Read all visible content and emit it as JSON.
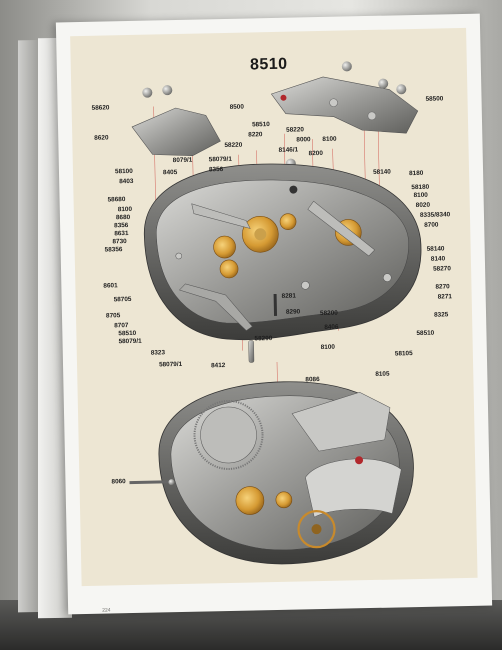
{
  "plate": {
    "title": "8510",
    "footer": "224"
  },
  "callouts": [
    {
      "id": "c01",
      "text": "58620"
    },
    {
      "id": "c02",
      "text": "8620"
    },
    {
      "id": "c03",
      "text": "8500"
    },
    {
      "id": "c04",
      "text": "58500"
    },
    {
      "id": "c05",
      "text": "58510"
    },
    {
      "id": "c06",
      "text": "8220"
    },
    {
      "id": "c07",
      "text": "58220"
    },
    {
      "id": "c08",
      "text": "8000"
    },
    {
      "id": "c09",
      "text": "8146/1"
    },
    {
      "id": "c10",
      "text": "8100"
    },
    {
      "id": "c11",
      "text": "8200"
    },
    {
      "id": "c12",
      "text": "58220"
    },
    {
      "id": "c13",
      "text": "8079/1"
    },
    {
      "id": "c14",
      "text": "58079/1"
    },
    {
      "id": "c15",
      "text": "58100"
    },
    {
      "id": "c16",
      "text": "8405"
    },
    {
      "id": "c17",
      "text": "8356"
    },
    {
      "id": "c18",
      "text": "8403"
    },
    {
      "id": "c19",
      "text": "58140"
    },
    {
      "id": "c20",
      "text": "8180"
    },
    {
      "id": "c21",
      "text": "58680"
    },
    {
      "id": "c22",
      "text": "8100"
    },
    {
      "id": "c23",
      "text": "8680"
    },
    {
      "id": "c24",
      "text": "8356"
    },
    {
      "id": "c25",
      "text": "8631"
    },
    {
      "id": "c26",
      "text": "8730"
    },
    {
      "id": "c27",
      "text": "58356"
    },
    {
      "id": "c28",
      "text": "58180"
    },
    {
      "id": "c29",
      "text": "8100"
    },
    {
      "id": "c30",
      "text": "8020"
    },
    {
      "id": "c31",
      "text": "8335/8340"
    },
    {
      "id": "c32",
      "text": "8700"
    },
    {
      "id": "c33",
      "text": "58140"
    },
    {
      "id": "c34",
      "text": "8140"
    },
    {
      "id": "c35",
      "text": "58270"
    },
    {
      "id": "c36",
      "text": "8601"
    },
    {
      "id": "c37",
      "text": "58705"
    },
    {
      "id": "c38",
      "text": "8270"
    },
    {
      "id": "c39",
      "text": "8271"
    },
    {
      "id": "c40",
      "text": "8705"
    },
    {
      "id": "c41",
      "text": "8707"
    },
    {
      "id": "c42",
      "text": "58510"
    },
    {
      "id": "c43",
      "text": "58079/1"
    },
    {
      "id": "c44",
      "text": "8281"
    },
    {
      "id": "c45",
      "text": "8290"
    },
    {
      "id": "c46",
      "text": "58200"
    },
    {
      "id": "c47",
      "text": "8325"
    },
    {
      "id": "c48",
      "text": "58510"
    },
    {
      "id": "c49",
      "text": "8406"
    },
    {
      "id": "c50",
      "text": "58290"
    },
    {
      "id": "c51",
      "text": "8323"
    },
    {
      "id": "c52",
      "text": "8100"
    },
    {
      "id": "c53",
      "text": "58105"
    },
    {
      "id": "c54",
      "text": "58079/1"
    },
    {
      "id": "c55",
      "text": "8412"
    },
    {
      "id": "c56",
      "text": "8105"
    },
    {
      "id": "c57",
      "text": "8086"
    },
    {
      "id": "c58",
      "text": "8060"
    }
  ]
}
